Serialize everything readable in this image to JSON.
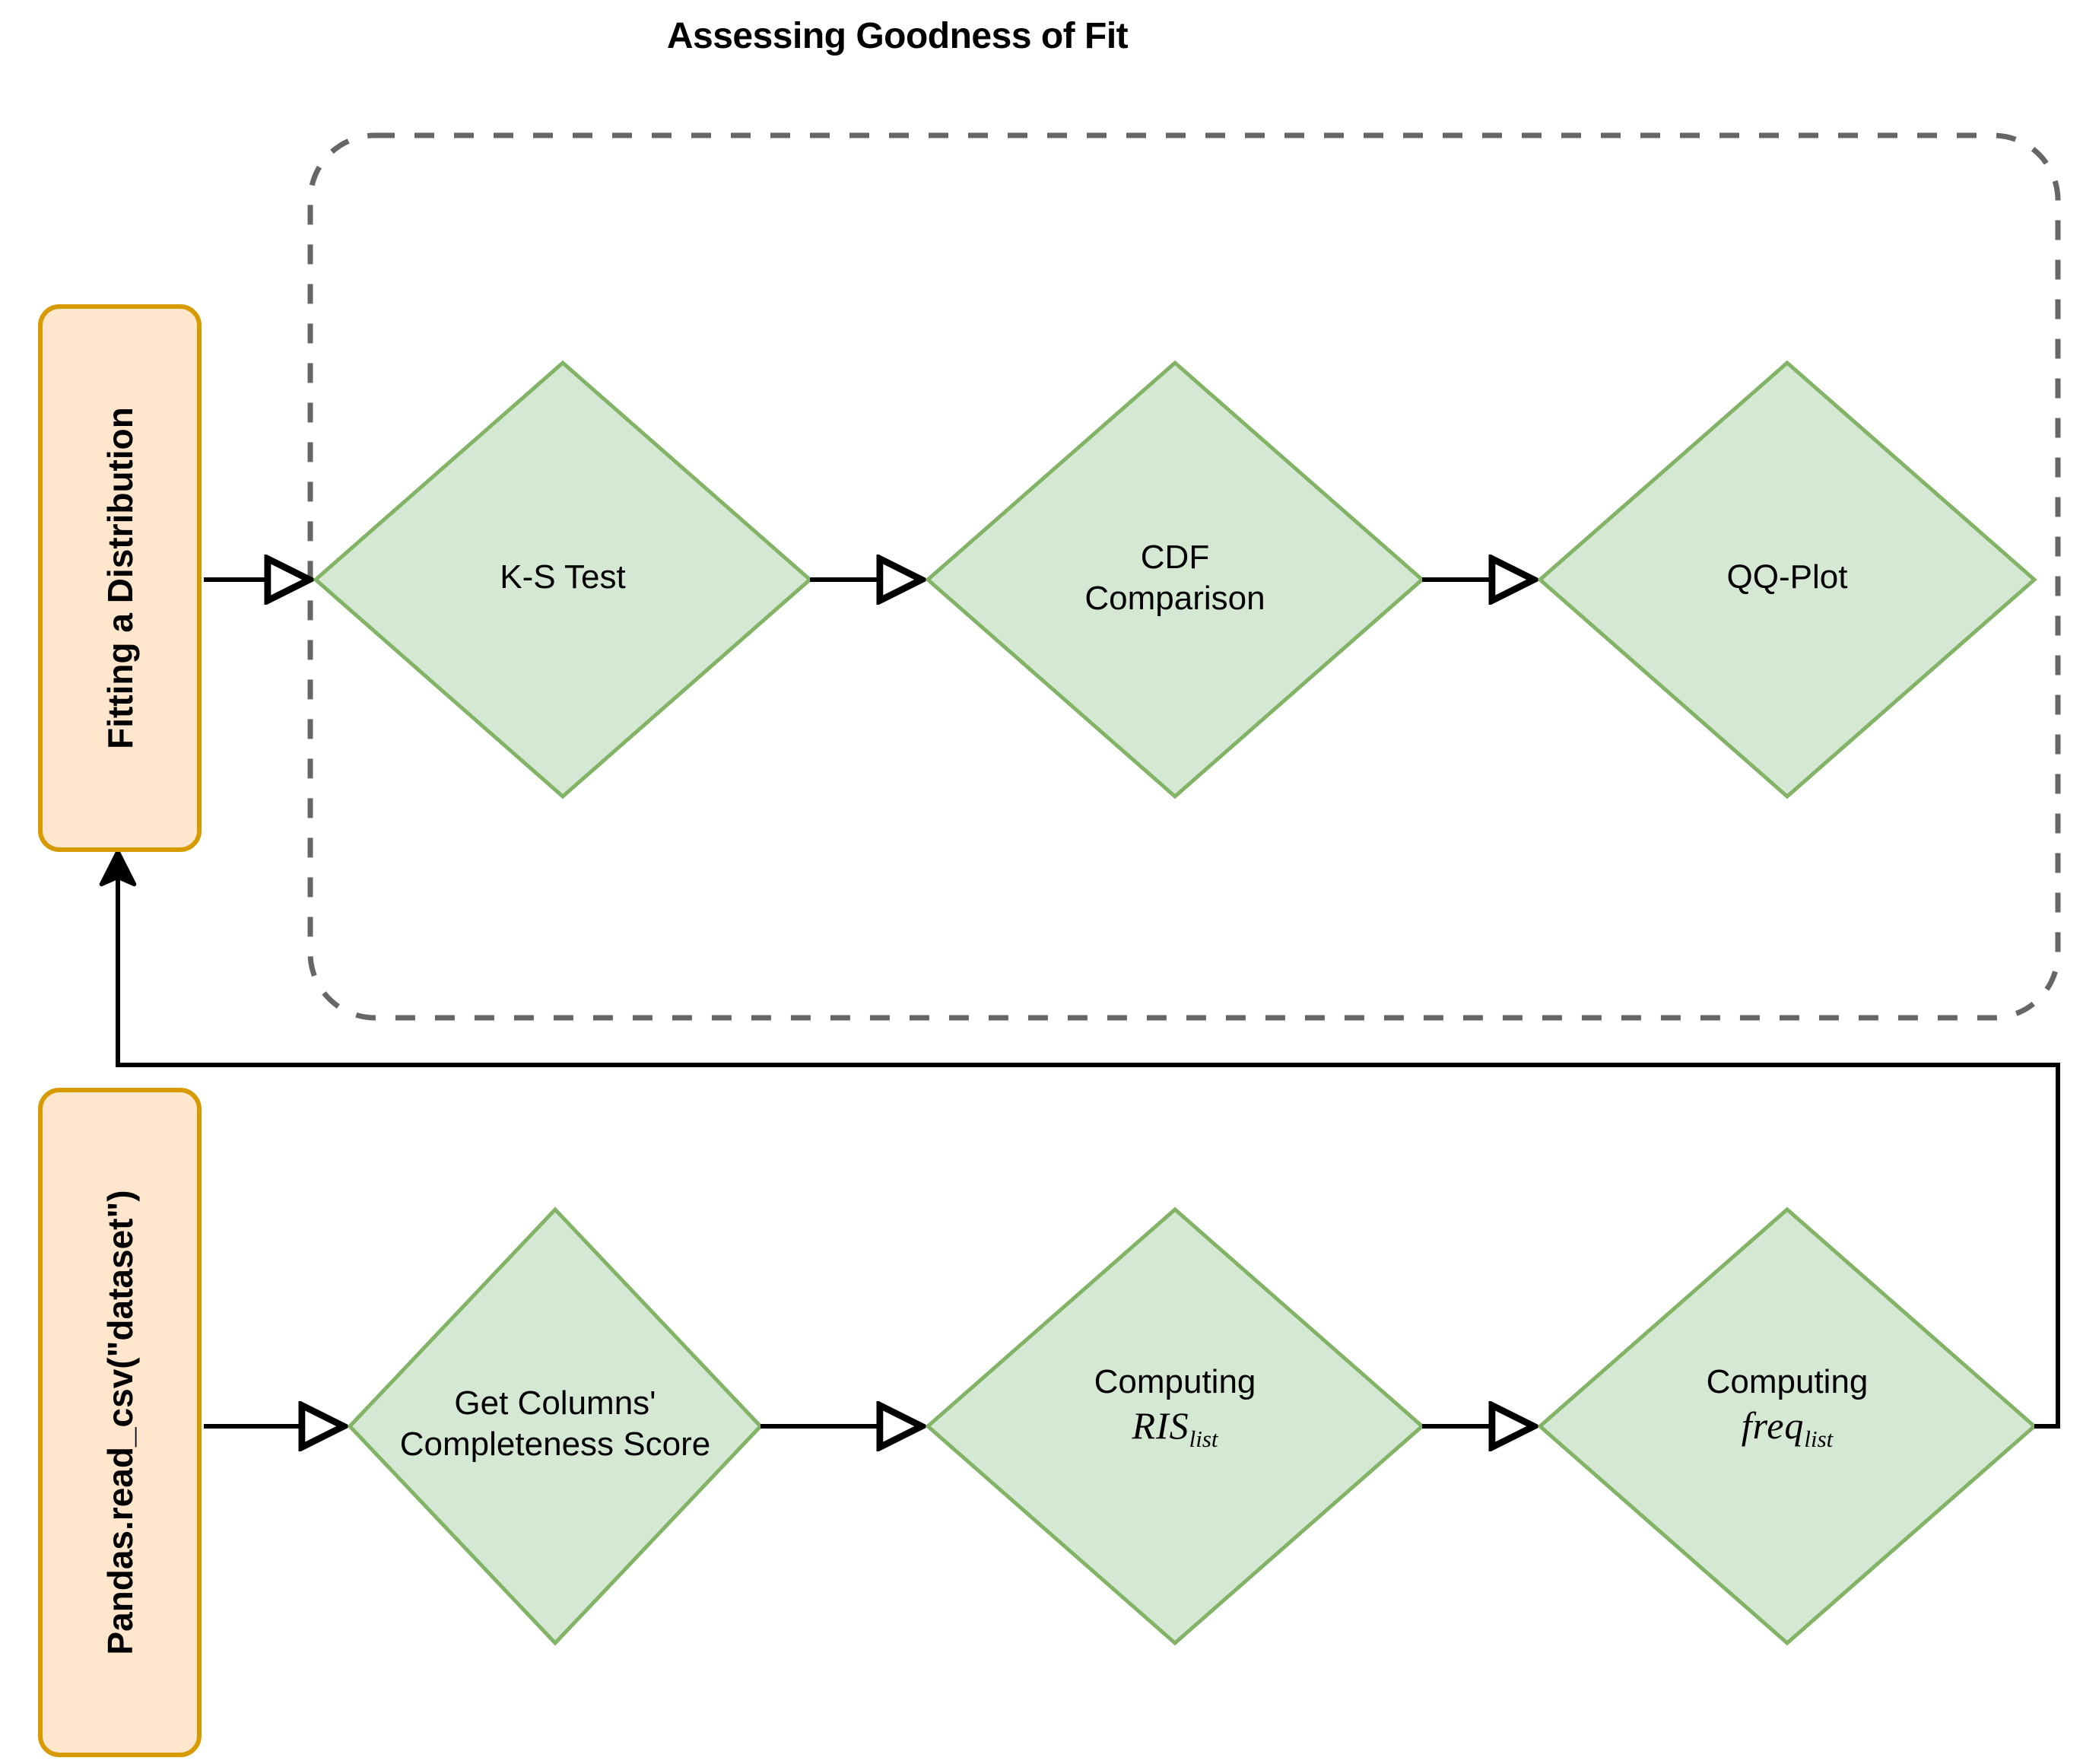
{
  "title": "Assessing Goodness of Fit",
  "colors": {
    "node_fill": "#d5e8d4",
    "node_stroke": "#82b366",
    "lane_fill": "#ffe6cc",
    "lane_stroke": "#d79b00",
    "edge": "#000000",
    "container_stroke": "#666666",
    "background": "#ffffff"
  },
  "lanes": [
    {
      "id": "fitting",
      "label": "Fitting a Distribution"
    },
    {
      "id": "loading",
      "label": "Pandas.read_csv(\"dataset\")"
    }
  ],
  "container": {
    "name": "goodness-of-fit-group",
    "style": "dashed-rounded"
  },
  "top_row": [
    {
      "id": "ks-test",
      "lines": [
        "K-S Test"
      ],
      "math": null
    },
    {
      "id": "cdf-comparison",
      "lines": [
        "CDF",
        "Comparison"
      ],
      "math": null
    },
    {
      "id": "qq-plot",
      "lines": [
        "QQ-Plot"
      ],
      "math": null
    }
  ],
  "bottom_row": [
    {
      "id": "completeness-score",
      "lines": [
        "Get Columns'",
        "Completeness Score"
      ],
      "math": null
    },
    {
      "id": "computing-ris",
      "lines": [
        "Computing"
      ],
      "math": {
        "base": "RIS",
        "sub": "list"
      }
    },
    {
      "id": "computing-freq",
      "lines": [
        "Computing"
      ],
      "math": {
        "base": "freq",
        "sub": "list"
      }
    }
  ],
  "edges": [
    {
      "id": "e1",
      "from": "fitting",
      "to": "ks-test",
      "arrow": "open"
    },
    {
      "id": "e2",
      "from": "ks-test",
      "to": "cdf-comparison",
      "arrow": "open"
    },
    {
      "id": "e3",
      "from": "cdf-comparison",
      "to": "qq-plot",
      "arrow": "open"
    },
    {
      "id": "e4",
      "from": "loading",
      "to": "completeness-score",
      "arrow": "open"
    },
    {
      "id": "e5",
      "from": "completeness-score",
      "to": "computing-ris",
      "arrow": "open"
    },
    {
      "id": "e6",
      "from": "computing-ris",
      "to": "computing-freq",
      "arrow": "open"
    },
    {
      "id": "e7",
      "from": "computing-freq",
      "to": "fitting",
      "arrow": "filled",
      "routing": "right-up-left-up"
    }
  ]
}
